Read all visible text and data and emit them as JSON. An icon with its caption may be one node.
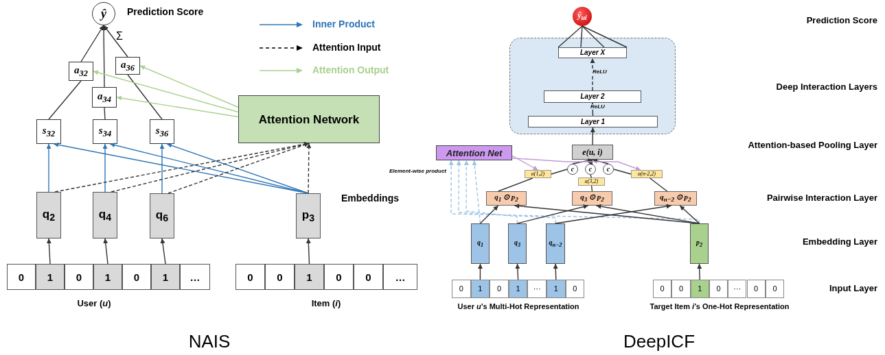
{
  "diagram": {
    "nodes": [
      {
        "text": [
          "ŷ"
        ]
      },
      {
        "text": [
          "a$_{32}$"
        ]
      },
      {
        "text": [
          "a$_{36}$"
        ]
      },
      {
        "text": [
          "a$_{34}$"
        ]
      },
      {
        "text": [
          "s$_{32}$"
        ]
      },
      {
        "text": [
          "s$_{34}$"
        ]
      },
      {
        "text": [
          "s$_{36}$"
        ]
      },
      {
        "text": [
          "Attention Network"
        ]
      },
      {
        "text": [
          "q$_{2}$"
        ]
      },
      {
        "text": [
          "q$_{4}$"
        ]
      },
      {
        "text": [
          "q$_{6}$"
        ]
      },
      {
        "text": [
          "p$_{3}$"
        ]
      },
      {
        "text": [
          "0"
        ]
      },
      {
        "text": [
          "1"
        ]
      },
      {
        "text": [
          "0"
        ]
      },
      {
        "text": [
          "1"
        ]
      },
      {
        "text": [
          "0"
        ]
      },
      {
        "text": [
          "1"
        ]
      },
      {
        "text": [
          "…"
        ]
      },
      {
        "text": [
          "0"
        ]
      },
      {
        "text": [
          "0"
        ]
      },
      {
        "text": [
          "1"
        ]
      },
      {
        "text": [
          "0"
        ]
      },
      {
        "text": [
          "0"
        ]
      },
      {
        "text": [
          "…"
        ]
      },
      {
        "text": [
          "ŷ$_{ui}$"
        ]
      },
      {
        "text": [],
        "shape": "box"
      },
      {
        "text": [
          "Layer X"
        ],
        "in": 26
      },
      {
        "text": [
          "Layer 2"
        ],
        "in": 26
      },
      {
        "text": [
          "Layer 1"
        ],
        "in": 26
      },
      {
        "text": [
          "e(u, i)"
        ]
      },
      {
        "text": [
          "Attention Net"
        ]
      },
      {
        "text": [
          "c"
        ]
      },
      {
        "text": [
          "c"
        ]
      },
      {
        "text": [
          "c"
        ]
      },
      {
        "text": [
          "a(1,2)"
        ]
      },
      {
        "text": [
          "a(3,2)"
        ]
      },
      {
        "text": [
          "a(n-2,2)"
        ]
      },
      {
        "text": [
          "q$_{1}$ ⊙ p$_{2}$"
        ]
      },
      {
        "text": [
          "q$_{3}$ ⊙ p$_{2}$"
        ]
      },
      {
        "text": [
          "q$_{n−2}$ ⊙ p$_{2}$"
        ]
      },
      {
        "text": [
          "q$_{1}$"
        ]
      },
      {
        "text": [
          "q$_{3}$"
        ]
      },
      {
        "text": [
          "q$_{n−2}$"
        ]
      },
      {
        "text": [
          "p$_{2}$"
        ]
      },
      {
        "text": [
          "0"
        ]
      },
      {
        "text": [
          "1"
        ]
      },
      {
        "text": [
          "0"
        ]
      },
      {
        "text": [
          "1"
        ]
      },
      {
        "text": [
          "···"
        ]
      },
      {
        "text": [
          "1"
        ]
      },
      {
        "text": [
          "0"
        ]
      },
      {
        "text": [
          "0"
        ]
      },
      {
        "text": [
          "0"
        ]
      },
      {
        "text": [
          "1"
        ]
      },
      {
        "text": [
          "0"
        ]
      },
      {
        "text": [
          "···"
        ]
      },
      {
        "text": [
          "0"
        ]
      },
      {
        "text": [
          "0"
        ]
      }
    ],
    "edges": [
      {
        "from": 1,
        "to": 0,
        "arrow": "to"
      },
      {
        "from": 3,
        "to": 0,
        "arrow": "to"
      },
      {
        "from": 2,
        "to": 0,
        "arrow": "to"
      },
      {
        "from": 4,
        "to": 1,
        "arrow": "none"
      },
      {
        "from": 5,
        "to": 3,
        "arrow": "none"
      },
      {
        "from": 6,
        "to": 2,
        "arrow": "none"
      },
      {
        "from": 7,
        "to": 1,
        "arrow": "to",
        "color": "#a9d18e"
      },
      {
        "from": 7,
        "to": 3,
        "arrow": "to",
        "color": "#a9d18e"
      },
      {
        "from": 7,
        "to": 2,
        "arrow": "to",
        "color": "#a9d18e"
      },
      {
        "from": 8,
        "to": 4,
        "arrow": "to",
        "color": "#2e75b6"
      },
      {
        "from": 9,
        "to": 5,
        "arrow": "to",
        "color": "#2e75b6"
      },
      {
        "from": 10,
        "to": 6,
        "arrow": "to",
        "color": "#2e75b6"
      },
      {
        "from": 11,
        "to": 4,
        "arrow": "to",
        "color": "#2e75b6"
      },
      {
        "from": 11,
        "to": 5,
        "arrow": "to",
        "color": "#2e75b6"
      },
      {
        "from": 11,
        "to": 6,
        "arrow": "to",
        "color": "#2e75b6"
      },
      {
        "from": 8,
        "to": 7,
        "arrow": "to",
        "style": "dashed"
      },
      {
        "from": 9,
        "to": 7,
        "arrow": "to",
        "style": "dashed"
      },
      {
        "from": 10,
        "to": 7,
        "arrow": "to",
        "style": "dashed"
      },
      {
        "from": 11,
        "to": 7,
        "arrow": "to",
        "style": "dashed"
      },
      {
        "from": 13,
        "to": 8,
        "arrow": "to"
      },
      {
        "from": 15,
        "to": 9,
        "arrow": "to"
      },
      {
        "from": 17,
        "to": 10,
        "arrow": "to"
      },
      {
        "from": 21,
        "to": 11,
        "arrow": "to"
      },
      {
        "from": 27,
        "to": 25,
        "arrow": "none"
      },
      {
        "from": 27,
        "to": 25,
        "arrow": "none"
      },
      {
        "from": 27,
        "to": 25,
        "arrow": "none"
      },
      {
        "from": 27,
        "to": 25,
        "arrow": "none"
      },
      {
        "from": 28,
        "to": 27,
        "arrow": "to",
        "label": "ReLU",
        "style": "dashed"
      },
      {
        "from": 29,
        "to": 28,
        "arrow": "to",
        "label": "ReLU"
      },
      {
        "from": 30,
        "to": 29,
        "arrow": "to"
      },
      {
        "from": 32,
        "to": 30,
        "arrow": "to"
      },
      {
        "from": 33,
        "to": 30,
        "arrow": "to"
      },
      {
        "from": 34,
        "to": 30,
        "arrow": "to"
      },
      {
        "from": 38,
        "to": 35,
        "arrow": "none"
      },
      {
        "from": 35,
        "to": 32,
        "arrow": "none"
      },
      {
        "from": 39,
        "to": 36,
        "arrow": "none"
      },
      {
        "from": 36,
        "to": 33,
        "arrow": "none"
      },
      {
        "from": 40,
        "to": 37,
        "arrow": "none"
      },
      {
        "from": 37,
        "to": 34,
        "arrow": "none"
      },
      {
        "from": 31,
        "to": 35,
        "arrow": "to",
        "color": "#c39bd3"
      },
      {
        "from": 31,
        "to": 37,
        "arrow": "to",
        "color": "#c39bd3"
      },
      {
        "from": 41,
        "to": 31,
        "arrow": "to",
        "style": "dashed",
        "color": "#9dc3e6"
      },
      {
        "from": 42,
        "to": 31,
        "arrow": "to",
        "style": "dashed",
        "color": "#9dc3e6"
      },
      {
        "from": 43,
        "to": 31,
        "arrow": "to",
        "style": "dashed",
        "color": "#9dc3e6"
      },
      {
        "from": 44,
        "to": 31,
        "arrow": "to",
        "style": "dashed",
        "color": "#9dc3e6"
      },
      {
        "from": 41,
        "to": 38,
        "arrow": "to"
      },
      {
        "from": 42,
        "to": 39,
        "arrow": "to"
      },
      {
        "from": 43,
        "to": 40,
        "arrow": "to"
      },
      {
        "from": 44,
        "to": 38,
        "arrow": "to"
      },
      {
        "from": 44,
        "to": 39,
        "arrow": "to"
      },
      {
        "from": 44,
        "to": 40,
        "arrow": "to"
      },
      {
        "from": 46,
        "to": 41,
        "arrow": "to"
      },
      {
        "from": 48,
        "to": 42,
        "arrow": "to"
      },
      {
        "from": 50,
        "to": 43,
        "arrow": "to"
      },
      {
        "from": 54,
        "to": 44,
        "arrow": "to"
      }
    ],
    "labels": [
      "Prediction Score",
      "Σ",
      "Embeddings",
      "User (*u*)",
      "Item (*i*)",
      "NAIS",
      "Prediction Score",
      "Deep Interaction Layers",
      "Attention-based Pooling Layer",
      "Element-wise product",
      "Pairwise Interaction Layer",
      "Embedding Layer",
      "Input Layer",
      "User *u*’s Multi-Hot Representation",
      "Target Item *i*’s One-Hot Representation",
      "DeepICF"
    ],
    "legend": [
      {
        "text": "Inner Product"
      },
      {
        "text": "Attention Input"
      },
      {
        "text": "Attention Output"
      }
    ]
  }
}
